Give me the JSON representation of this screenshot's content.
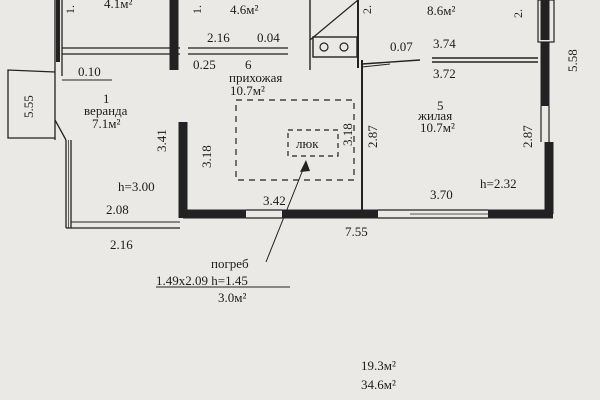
{
  "rooms": {
    "top_left_area": "4.1м²",
    "top_mid_area": "4.6м²",
    "top_right_area": "8.6м²",
    "hall_number": "6",
    "hall_name": "прихожая",
    "hall_area": "10.7м²",
    "veranda_number": "1",
    "veranda_name": "веранда",
    "veranda_area": "7.1м²",
    "living_number": "5",
    "living_name": "жилая",
    "living_area": "10.7м²"
  },
  "hatch": {
    "label": "люк"
  },
  "cellar": {
    "title": "погреб",
    "dims": "1.49x2.09 h=1.45",
    "area": "3.0м²"
  },
  "dimensions": {
    "d_0_10": "0.10",
    "d_0_25": "0.25",
    "d_2_16_top": "2.16",
    "d_0_04": "0.04",
    "d_0_07": "0.07",
    "d_3_74": "3.74",
    "d_3_72": "3.72",
    "d_5_55": "5.55",
    "d_5_58": "5.58",
    "d_3_41": "3.41",
    "d_3_18_left": "3.18",
    "d_3_18_right": "3.18",
    "d_2_87_mid": "2.87",
    "d_2_87_right": "2.87",
    "d_h_3_00": "h=3.00",
    "d_2_08": "2.08",
    "d_2_16_bottom": "2.16",
    "d_3_42": "3.42",
    "d_7_55": "7.55",
    "d_3_70": "3.70",
    "d_h_2_32": "h=2.32",
    "d_top_left_partial": "1.",
    "d_top_mid_partial": "1.",
    "d_top_right_partial": "2.",
    "d_top_far_right_partial": "2."
  },
  "totals": {
    "line1": "19.3м²",
    "line2": "34.6м²"
  }
}
